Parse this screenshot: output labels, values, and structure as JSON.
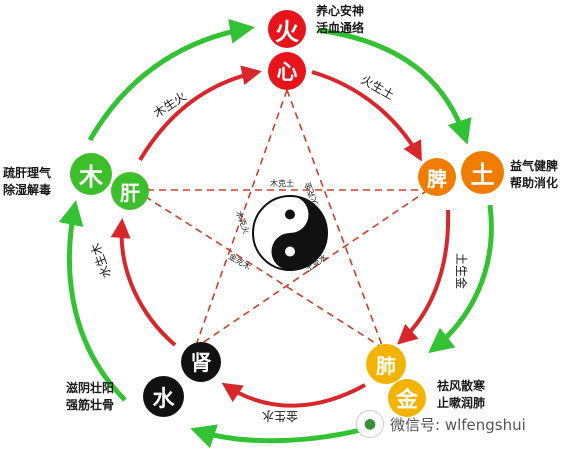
{
  "elements": {
    "fire": "火",
    "heart": "心",
    "earth": "土",
    "spleen": "脾",
    "metal": "金",
    "lung": "肺",
    "water": "水",
    "kidney": "肾",
    "wood": "木",
    "liver": "肝"
  },
  "descriptions": {
    "heart": [
      "养心安神",
      "活血通络"
    ],
    "spleen": [
      "益气健脾",
      "帮助消化"
    ],
    "lung": [
      "祛风散寒",
      "止嗽润肺"
    ],
    "kidney": [
      "滋阴壮阳",
      "强筋壮骨"
    ],
    "liver": [
      "疏肝理气",
      "除湿解毒"
    ]
  },
  "generating_labels": {
    "wood_fire": "木生火",
    "fire_earth": "火生土",
    "earth_metal": "土生金",
    "metal_water": "金生水",
    "water_wood": "水生木"
  },
  "controlling_labels": {
    "wood_earth": "木克土",
    "water_fire": "水克火",
    "fire_metal": "火克金",
    "metal_wood": "金克木",
    "earth_water": "土克水"
  },
  "watermark": {
    "icon": "wechat-icon",
    "text": "微信号: wlfengshui"
  },
  "colors": {
    "fire": "#e8141c",
    "earth": "#f07d00",
    "metal": "#f2b400",
    "water": "#111111",
    "wood": "#3cbf2a",
    "generating_arrow": "#d7272b",
    "outer_arrow": "#33c233",
    "controlling_line": "#c8402a"
  }
}
